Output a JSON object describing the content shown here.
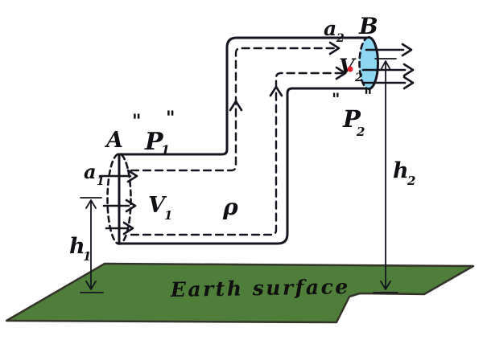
{
  "figure": {
    "description": "Hand-drawn pipe flow diagram over Earth surface"
  },
  "colors": {
    "pipe": "#29b6e9",
    "pipe_cap": "#8dd7f2",
    "outline": "#15151f",
    "ink": "#0f0f14",
    "ground": "#4f7d3a",
    "ground_outline": "#33332a",
    "red_dot": "#e8202b",
    "background": "#ffffff"
  },
  "labels": {
    "point_a": "A",
    "point_b": "B",
    "p1_open": "\"",
    "p1_base": "P",
    "p1_sub": "1",
    "p1_close": "\"",
    "p2_open": "\"",
    "p2_base": "P",
    "p2_sub": "2",
    "p2_close": "\"",
    "a1_base": "a",
    "a1_sub": "1",
    "a2_base": "a",
    "a2_sub": "2",
    "v1_base": "V",
    "v1_sub": "1",
    "v2_base": "V",
    "v2_sub": "2",
    "h1_base": "h",
    "h1_sub": "1",
    "h2_base": "h",
    "h2_sub": "2",
    "density": "ρ",
    "ground": "Earth surface"
  }
}
